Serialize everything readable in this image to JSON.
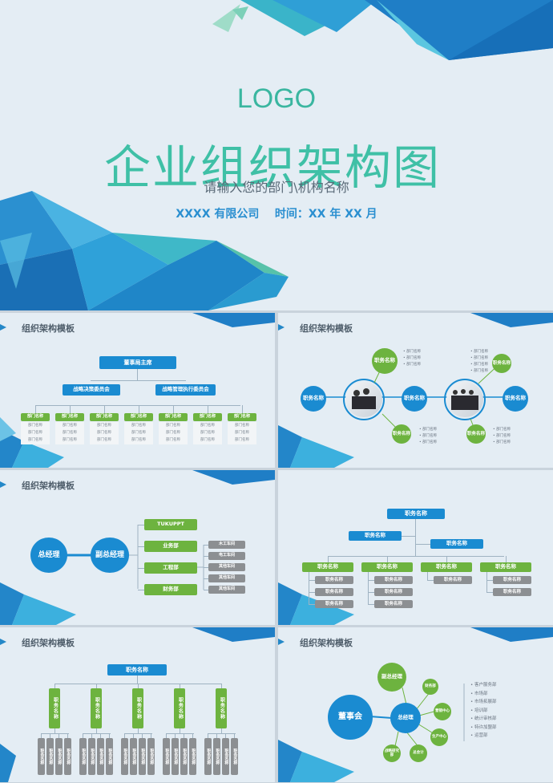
{
  "cover": {
    "logo": "LOGO",
    "title": "企业组织架构图",
    "subtitle": "请输入您的部门\\机构名称",
    "company": "XXXX 有限公司",
    "time": "时间：XX 年 XX 月"
  },
  "slide_title": "组织架构模板",
  "s1": {
    "chair": "董事局主席",
    "committee_left": "战略决策委员会",
    "committee_right": "战略管理执行委员会",
    "dept": "部门名称",
    "sub": "部门名称"
  },
  "s2": {
    "role": "职务名称",
    "bullet": "部门名称"
  },
  "s3": {
    "gm": "总经理",
    "deputy": "副总经理",
    "depts": [
      "TUKUPPT",
      "业务部",
      "工程部",
      "财务部"
    ],
    "workshops": [
      "木工车间",
      "电工车间",
      "其他车间",
      "其他车间",
      "其他车间"
    ]
  },
  "s4": {
    "role": "职务名称",
    "leaf": "职务名称"
  },
  "s5": {
    "top": "职务名称",
    "role": "职务名称",
    "leaf": "职务名称"
  },
  "s6": {
    "board": "董事会",
    "gm": "总经理",
    "deputy": "副总经理",
    "satellites": [
      "财务部",
      "营销中心",
      "生产中心",
      "总会计",
      "战略研究部"
    ],
    "depts": [
      "客户服务部",
      "市场部",
      "市场拓展部",
      "培训部",
      "统计审核部",
      "特许加盟部",
      "运营部"
    ]
  }
}
